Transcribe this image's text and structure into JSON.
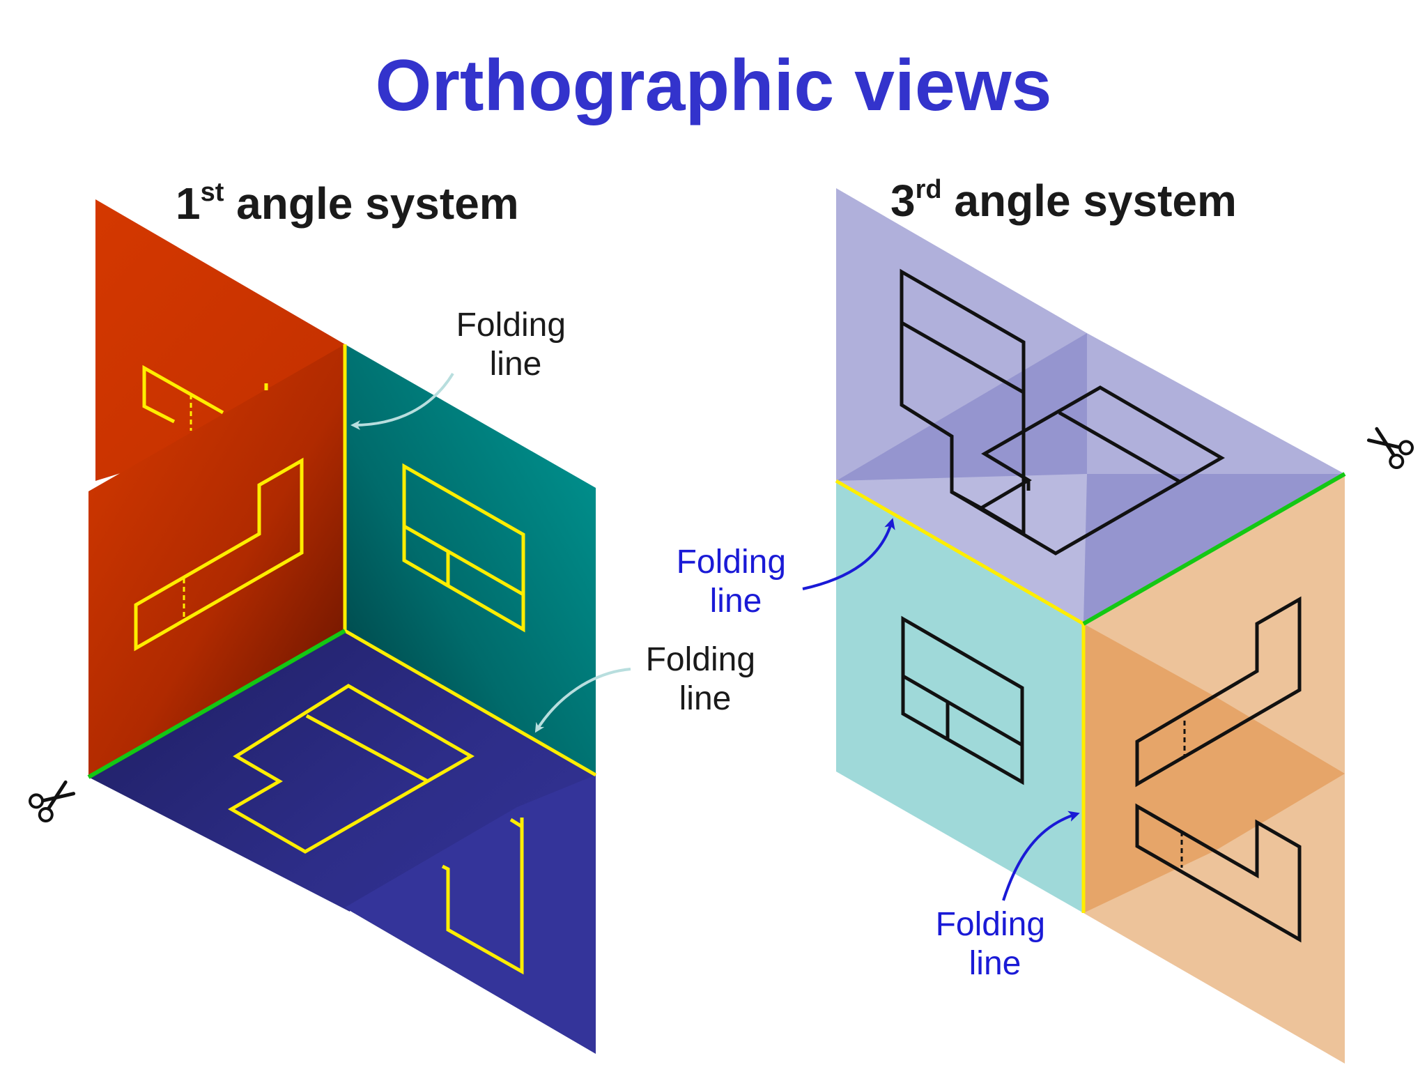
{
  "title": "Orthographic views",
  "left_system": {
    "number": "1",
    "suffix": "st",
    "rest": " angle system"
  },
  "right_system": {
    "number": "3",
    "suffix": "rd",
    "rest": " angle system"
  },
  "folding_label": {
    "line1": "Folding",
    "line2": "line"
  },
  "colors": {
    "title": "#3333cc",
    "label_black": "#1a1a1a",
    "label_blue": "#1a1ad6",
    "fold_line_yellow": "#ffee00",
    "fold_line_green": "#14c814",
    "first_angle_left_panel": "#cc3300",
    "first_angle_right_panel": "#008a8a",
    "first_angle_bottom_panel": "#2e2e8f",
    "third_angle_top_panel": "#9e9edb",
    "third_angle_left_panel": "#9fd9d9",
    "third_angle_right_panel": "#e6a86e"
  },
  "icons": [
    "scissors-icon",
    "arrow-icon"
  ]
}
